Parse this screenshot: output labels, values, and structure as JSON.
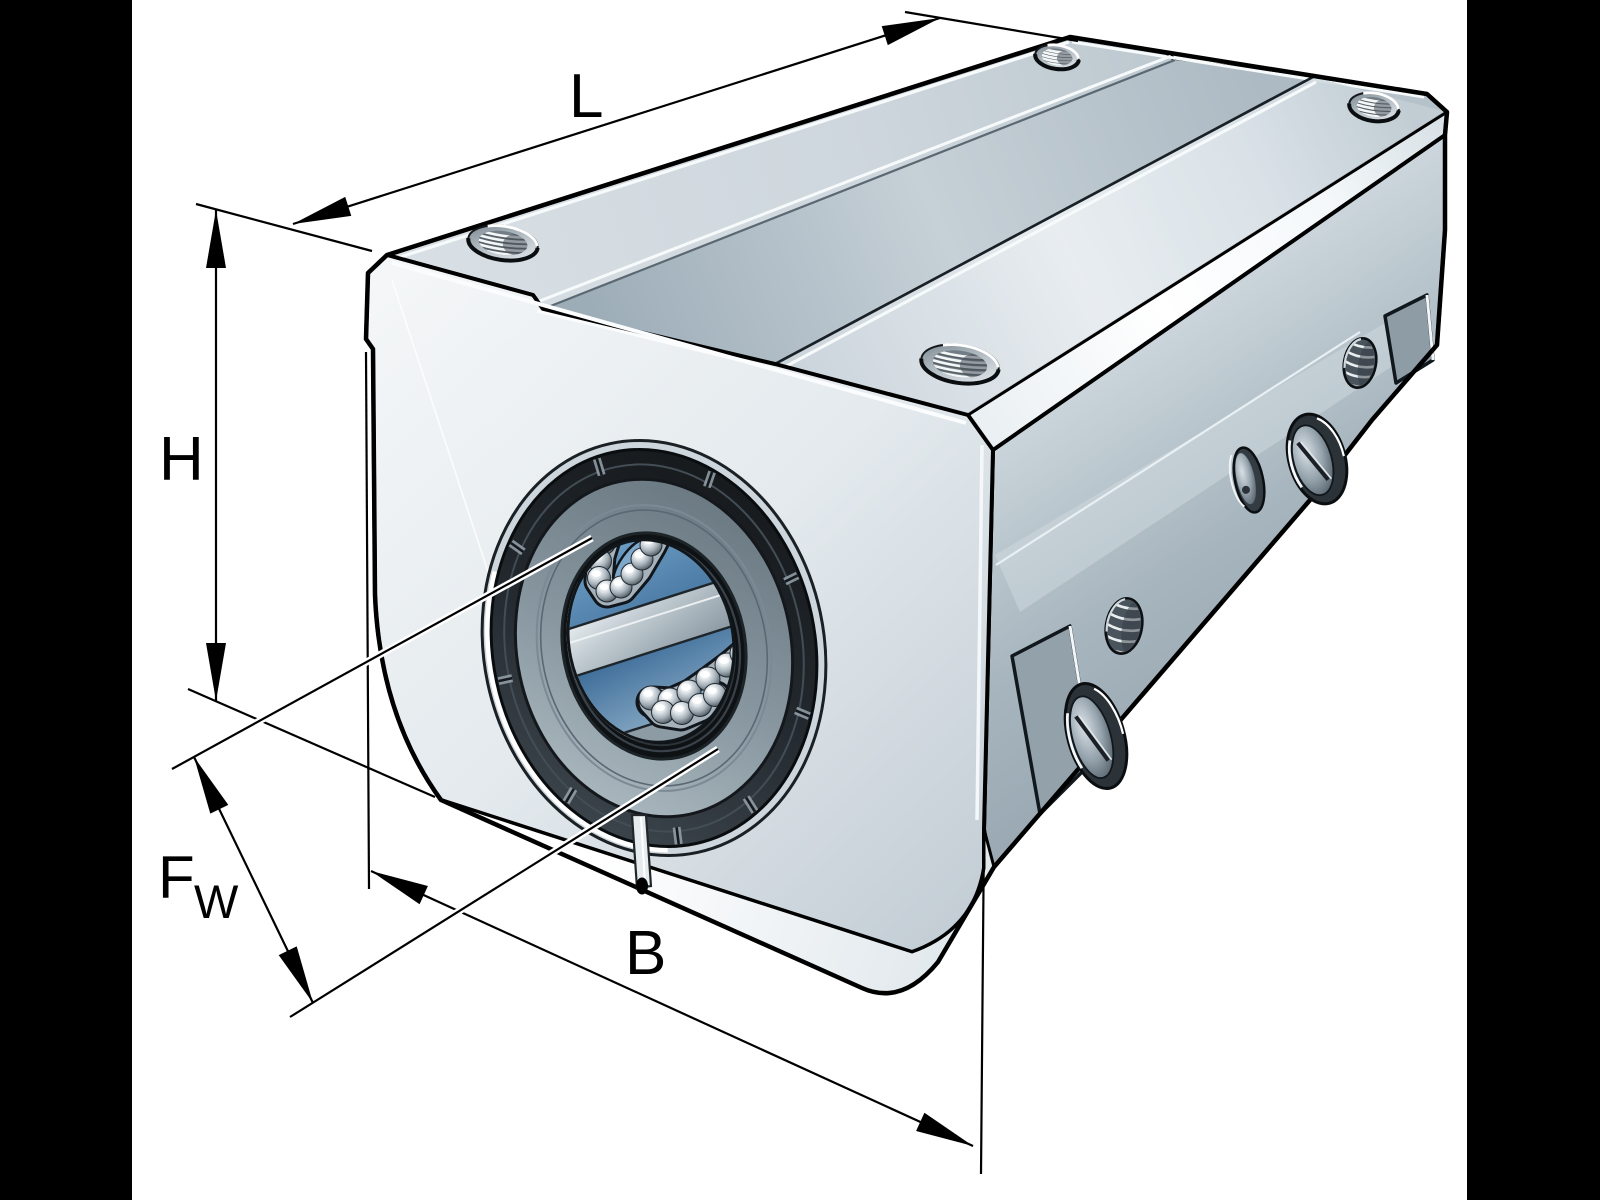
{
  "figure": {
    "kind": "technical-catalog-illustration",
    "subject": "Linear ball bearing and housing unit, perspective line drawing with dimension arrows",
    "background_color": "#ffffff",
    "matte_bar_color": "#000000",
    "line_color": "#000000"
  },
  "dimensions": {
    "length": {
      "label": "L",
      "location": "top edge"
    },
    "height": {
      "label": "H",
      "location": "left edge"
    },
    "width": {
      "label": "B",
      "location": "bottom front edge"
    },
    "bore": {
      "label_main": "F",
      "label_sub": "W",
      "location": "bore diameter leaders"
    }
  },
  "palette": {
    "housing_light": "#f5f7f8",
    "housing_mid": "#c2ccd4",
    "housing_dark": "#98a7b1",
    "bearing_ring_dark": "#15181b",
    "bearing_face_gray": "#84939d",
    "sleeve_blue": "#41709b",
    "ball_chrome": "#dfe5e9"
  }
}
